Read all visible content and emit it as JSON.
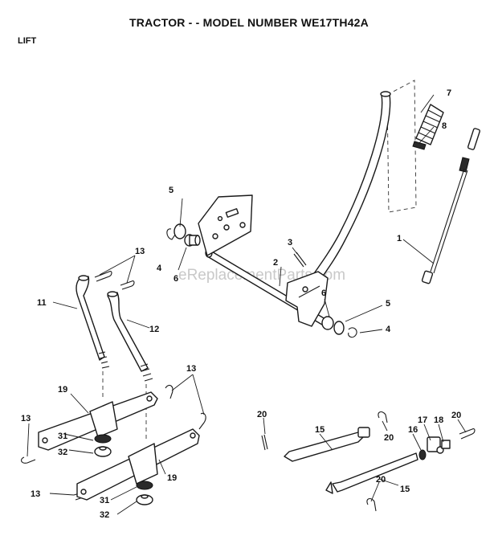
{
  "header": {
    "title": "TRACTOR - - MODEL NUMBER WE17TH42A",
    "section": "LIFT"
  },
  "watermark": "eReplacementParts.com",
  "callouts": {
    "c1": "1",
    "c2": "2",
    "c3": "3",
    "c4a": "4",
    "c4b": "4",
    "c5a": "5",
    "c5b": "5",
    "c6a": "6",
    "c6b": "6",
    "c7": "7",
    "c8": "8",
    "c11": "11",
    "c12": "12",
    "c13a": "13",
    "c13b": "13",
    "c13c": "13",
    "c13d": "13",
    "c15a": "15",
    "c15b": "15",
    "c16": "16",
    "c17": "17",
    "c18": "18",
    "c19a": "19",
    "c19b": "19",
    "c20a": "20",
    "c20b": "20",
    "c20c": "20",
    "c20d": "20",
    "c31a": "31",
    "c31b": "31",
    "c32a": "32",
    "c32b": "32"
  }
}
